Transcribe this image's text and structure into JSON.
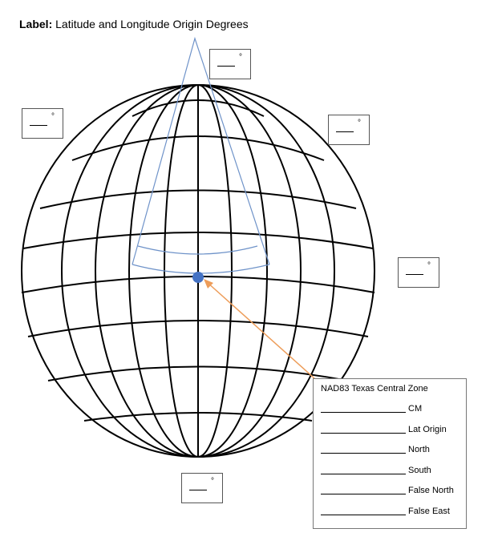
{
  "title": {
    "bold": "Label:",
    "text": "Latitude and Longitude Origin Degrees"
  },
  "degree_boxes": [
    {
      "id": "top",
      "blank": "____",
      "degree": "°"
    },
    {
      "id": "upper-left",
      "blank": "____",
      "degree": "°"
    },
    {
      "id": "upper-right",
      "blank": "____",
      "degree": "°"
    },
    {
      "id": "middle-right",
      "blank": "____",
      "degree": "°"
    },
    {
      "id": "bottom",
      "blank": "____",
      "degree": "°"
    }
  ],
  "zone_box": {
    "title": "NAD83 Texas Central Zone",
    "rows": [
      {
        "label": "CM"
      },
      {
        "label": "Lat Origin"
      },
      {
        "label": "North"
      },
      {
        "label": "South"
      },
      {
        "label": "False North"
      },
      {
        "label": "False East"
      }
    ]
  },
  "colors": {
    "cone": "#6f93c9",
    "point": "#4472c4",
    "arrow": "#ed9d5a",
    "globe": "#000000"
  }
}
